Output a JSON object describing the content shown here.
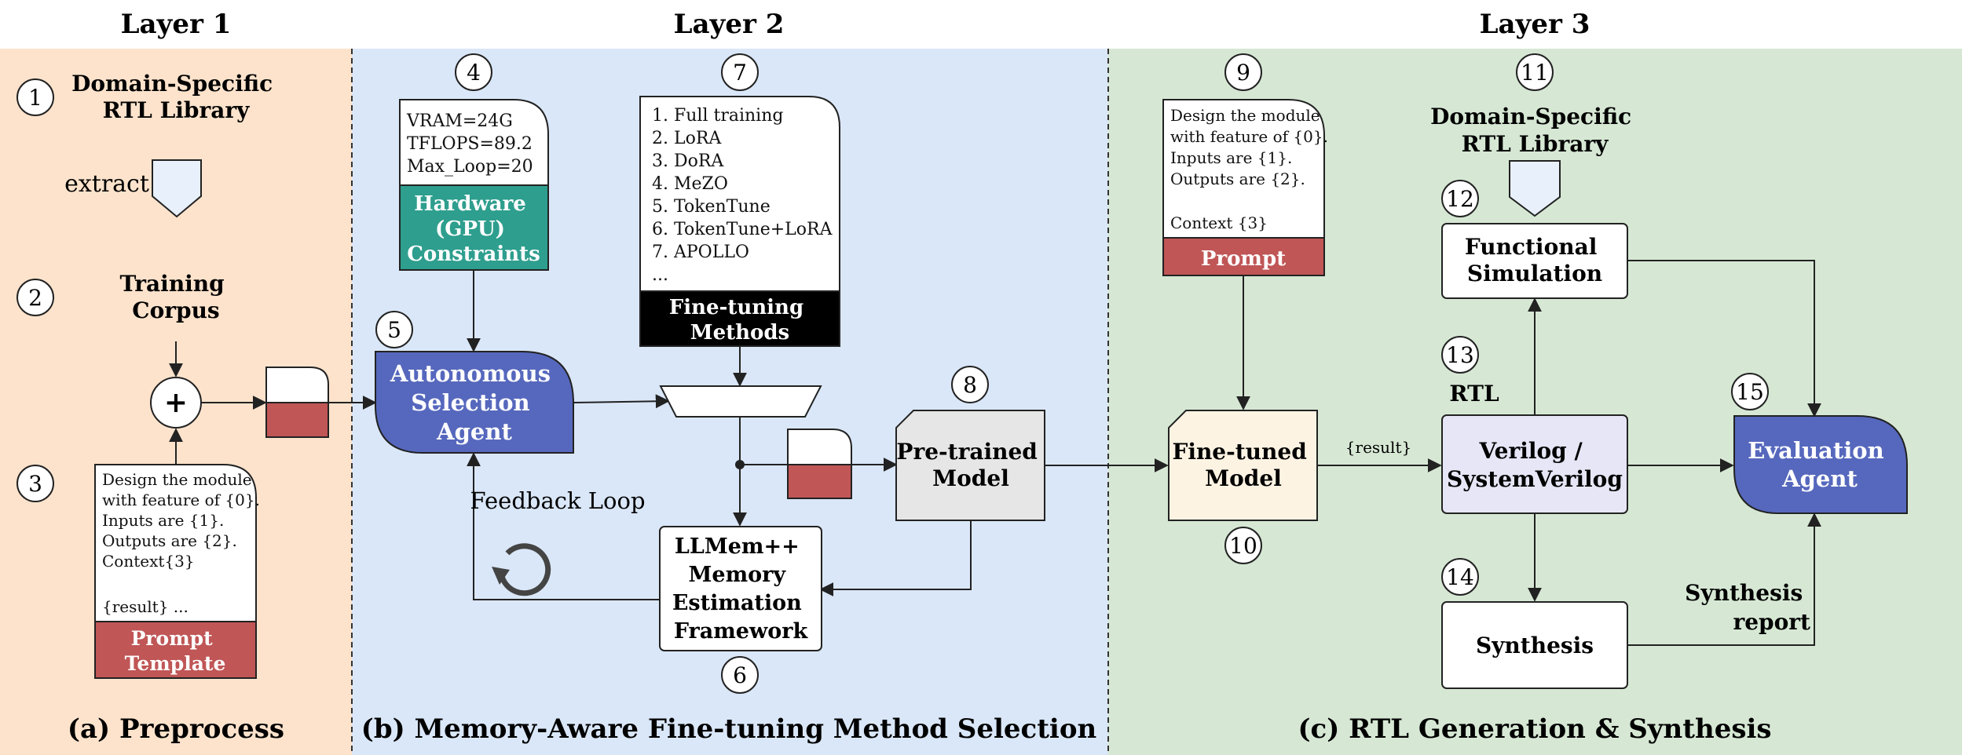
{
  "layers": {
    "l1": {
      "title": "Layer 1",
      "caption": "(a) Preprocess"
    },
    "l2": {
      "title": "Layer 2",
      "caption": "(b) Memory-Aware Fine-tuning Method Selection"
    },
    "l3": {
      "title": "Layer 3",
      "caption": "(c) RTL Generation & Synthesis"
    }
  },
  "numbers": {
    "n1": "1",
    "n2": "2",
    "n3": "3",
    "n4": "4",
    "n5": "5",
    "n6": "6",
    "n7": "7",
    "n8": "8",
    "n9": "9",
    "n10": "10",
    "n11": "11",
    "n12": "12",
    "n13": "13",
    "n14": "14",
    "n15": "15"
  },
  "layer1": {
    "library": [
      "Domain-Specific",
      "RTL Library"
    ],
    "extract": "extract",
    "corpus": [
      "Training",
      "Corpus"
    ],
    "plus": "+",
    "template_lines": [
      "Design the module",
      "with feature of {0}.",
      "Inputs are {1}.",
      "Outputs are {2}.",
      "Context{3}",
      "",
      "{result} ..."
    ],
    "template_label": [
      "Prompt",
      "Template"
    ]
  },
  "layer2": {
    "hw_lines": [
      "VRAM=24G",
      "TFLOPS=89.2",
      "Max_Loop=20"
    ],
    "hw_label": [
      "Hardware",
      "(GPU)",
      "Constraints"
    ],
    "methods": [
      "1. Full training",
      "2. LoRA",
      "3. DoRA",
      "4. MeZO",
      "5. TokenTune",
      "6. TokenTune+LoRA",
      "7. APOLLO",
      "..."
    ],
    "methods_label": [
      "Fine-tuning",
      "Methods"
    ],
    "agent": [
      "Autonomous",
      "Selection",
      "Agent"
    ],
    "feedback": "Feedback Loop",
    "llmem": [
      "LLMem++",
      "Memory",
      "Estimation",
      "Framework"
    ],
    "pretrained": [
      "Pre-trained",
      "Model"
    ]
  },
  "layer3": {
    "prompt_lines": [
      "Design the module",
      "with feature of {0}.",
      "Inputs are {1}.",
      "Outputs are {2}.",
      "",
      "Context {3}"
    ],
    "prompt_label": "Prompt",
    "finetuned": [
      "Fine-tuned",
      "Model"
    ],
    "result": "{result}",
    "library": [
      "Domain-Specific",
      "RTL Library"
    ],
    "funcsim": [
      "Functional",
      "Simulation"
    ],
    "rtl": "RTL",
    "verilog": [
      "Verilog /",
      "SystemVerilog"
    ],
    "synthesis": "Synthesis",
    "synth_report": [
      "Synthesis",
      "report"
    ],
    "eval": [
      "Evaluation",
      "Agent"
    ]
  },
  "colors": {
    "layer1_bg": "#fde3cc",
    "layer2_bg": "#dae7f8",
    "layer3_bg": "#d6e8d4",
    "agent_blue": "#5668bd",
    "teal": "#2e9e8e",
    "red": "#c05656",
    "black": "#000000",
    "pretrained_gray": "#e6e6e6",
    "finetuned_cream": "#fdf3e3",
    "verilog_lavender": "#e6e6f6",
    "shield_fill": "#e8f0fc"
  }
}
